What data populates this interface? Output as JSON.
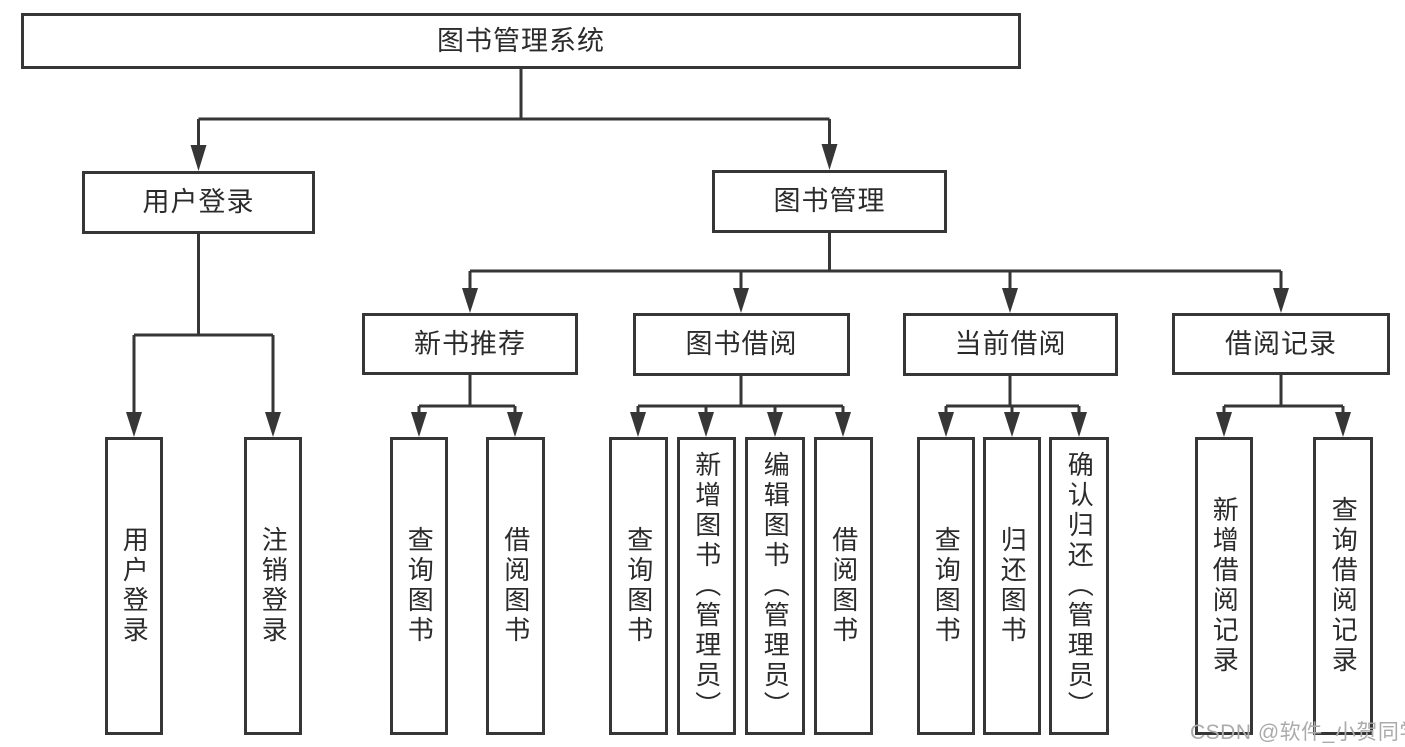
{
  "diagram": {
    "root": "图书管理系统",
    "branches": [
      {
        "label": "用户登录",
        "children": [
          "用户登录",
          "注销登录"
        ]
      },
      {
        "label": "图书管理",
        "sections": [
          {
            "label": "新书推荐",
            "children": [
              "查询图书",
              "借阅图书"
            ]
          },
          {
            "label": "图书借阅",
            "children": [
              "查询图书",
              "新增图书（管理员）",
              "编辑图书（管理员）",
              "借阅图书"
            ]
          },
          {
            "label": "当前借阅",
            "children": [
              "查询图书",
              "归还图书",
              "确认归还（管理员）"
            ]
          },
          {
            "label": "借阅记录",
            "children": [
              "新增借阅记录",
              "查询借阅记录"
            ]
          }
        ]
      }
    ]
  },
  "watermark": {
    "text": "CSDN @软件_小贺同学"
  },
  "colors": {
    "line": "#363636",
    "text": "#2b2b2b",
    "box_bg": "#ffffff",
    "background": "#ffffff",
    "watermark": "#ababab"
  }
}
